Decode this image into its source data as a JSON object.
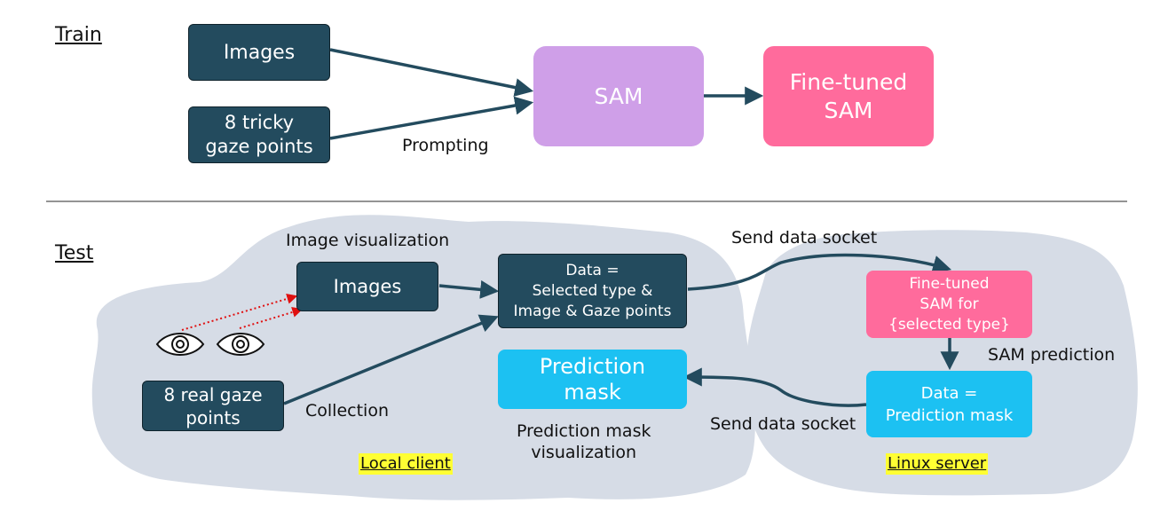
{
  "train": {
    "section_label": "Train",
    "images": "Images",
    "tricky_gaze": "8 tricky\ngaze points",
    "sam": "SAM",
    "fine_tuned": "Fine-tuned\nSAM",
    "prompting": "Prompting"
  },
  "test": {
    "section_label": "Test",
    "image_visualization": "Image visualization",
    "images": "Images",
    "data_selected": "Data =\nSelected type &\nImage & Gaze points",
    "send_socket_top": "Send data socket",
    "fine_tuned_selected": "Fine-tuned\nSAM for\n{selected type}",
    "sam_prediction": "SAM prediction",
    "data_prediction": "Data =\nPrediction mask",
    "send_socket_bottom": "Send data socket",
    "prediction_mask": "Prediction\nmask",
    "prediction_mask_visualization": "Prediction mask\nvisualization",
    "real_gaze": "8 real gaze\npoints",
    "collection": "Collection",
    "local_client": "Local client",
    "linux_server": "Linux server"
  },
  "icons": [
    "eye-icon",
    "eye-icon"
  ],
  "colors": {
    "dark_box": "#234b5e",
    "sam": "#cf9fe8",
    "fine_tuned": "#ff6b9c",
    "data_prediction": "#1cc1f2",
    "blob": "#d6dce6",
    "arrow": "#234b5e",
    "gaze_arrow": "#e01010",
    "highlight": "#ffff33"
  }
}
